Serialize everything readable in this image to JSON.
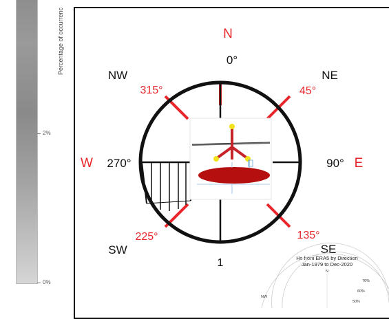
{
  "colorbar": {
    "title": "Percentage of occurrenc",
    "labels": {
      "mid": "2%",
      "low": "0%"
    }
  },
  "diagram": {
    "cardinals": {
      "north": "N",
      "east": "E",
      "west": "W"
    },
    "intercardinals": {
      "nw": "NW",
      "ne": "NE",
      "sw": "SW",
      "se": "SE"
    },
    "angles": {
      "a0": "0°",
      "a45": "45°",
      "a90": "90°",
      "a135": "135°",
      "a225": "225°",
      "a270": "270°",
      "a315": "315°"
    },
    "bottom_marker": "1",
    "colors": {
      "accent": "#e8262b",
      "ring": "#111111",
      "hull": "#b50f0f",
      "buoy": "#f3e21a"
    }
  },
  "inset": {
    "title": "Hs from ERA5 by Direction",
    "subtitle": "Jan-1979 to Dec-2020",
    "north": "N",
    "nw": "NW",
    "rings": [
      "70%",
      "60%",
      "50%"
    ]
  }
}
